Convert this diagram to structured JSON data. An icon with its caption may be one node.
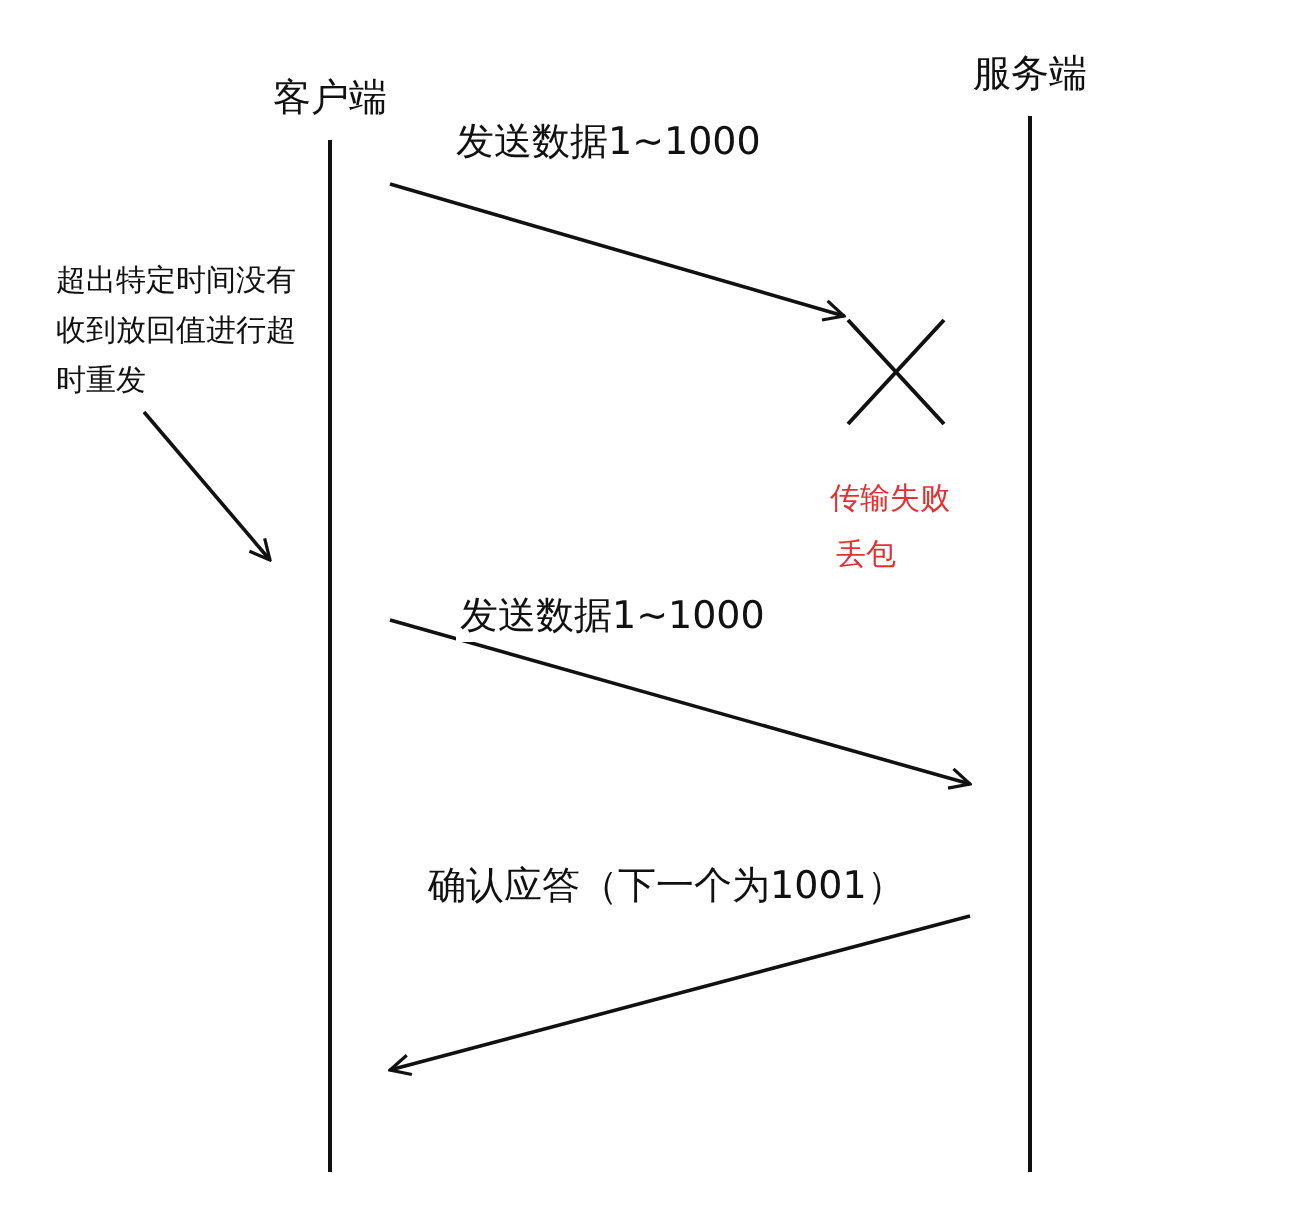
{
  "diagram": {
    "nodes": [
      {
        "text": [
          "客户端"
        ]
      },
      {
        "text": [
          "服务端"
        ]
      },
      {
        "text": [],
        "shape": "cross",
        "beside": [
          "传输失败",
          "丢包"
        ]
      },
      {
        "text": [
          "超出特定时间没有收到放回值进行超时重发"
        ]
      }
    ],
    "edges": [
      {
        "from": 0,
        "to": 2,
        "arrow": "to",
        "label": "发送数据1~1000"
      },
      {
        "from": 0,
        "to": 1,
        "arrow": "to",
        "label": "发送数据1~1000"
      },
      {
        "from": 1,
        "to": 0,
        "arrow": "to",
        "label": "确认应答（下一个为1001）"
      },
      {
        "from": 3,
        "to": 0,
        "arrow": "to"
      }
    ]
  }
}
